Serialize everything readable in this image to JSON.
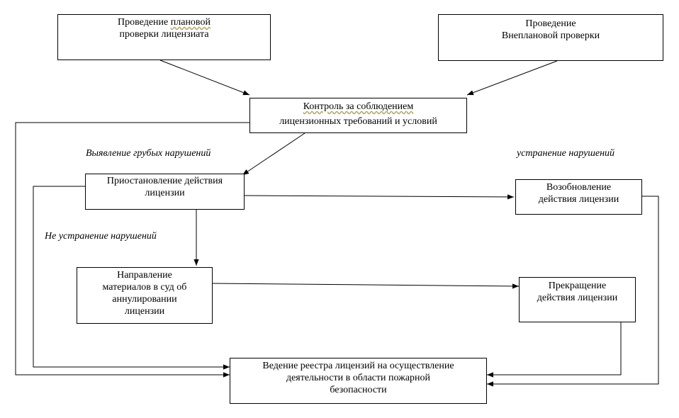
{
  "boxes": {
    "planned": {
      "prefix": "Проведение ",
      "wavy": "плановой",
      "line2": "проверки лицензиата"
    },
    "unplanned": {
      "line1": "Проведение",
      "line2": "Внеплановой проверки"
    },
    "control": {
      "line1": "Контроль за соблюдением",
      "line2": "лицензионных требований и условий"
    },
    "suspension": {
      "line1": "Приостановление действия",
      "line2": "лицензии"
    },
    "renewal": {
      "line1": "Возобновление",
      "line2": "действия лицензии"
    },
    "court": {
      "line1": "Направление",
      "line2": "материалов в суд об",
      "line3": "аннулировании",
      "line4": "лицензии"
    },
    "termination": {
      "line1": "Прекращение",
      "line2": "действия лицензии"
    },
    "registry": {
      "line1": "Ведение реестра лицензий на осуществление",
      "line2": "деятельности в области пожарной",
      "line3": "безопасности"
    }
  },
  "labels": {
    "gross_violations": "Выявление грубых нарушений",
    "violations_fixed": "устранение нарушений",
    "violations_not_fixed": "Не устранение нарушений"
  },
  "colors": {
    "stroke": "#000000",
    "background": "#ffffff"
  }
}
